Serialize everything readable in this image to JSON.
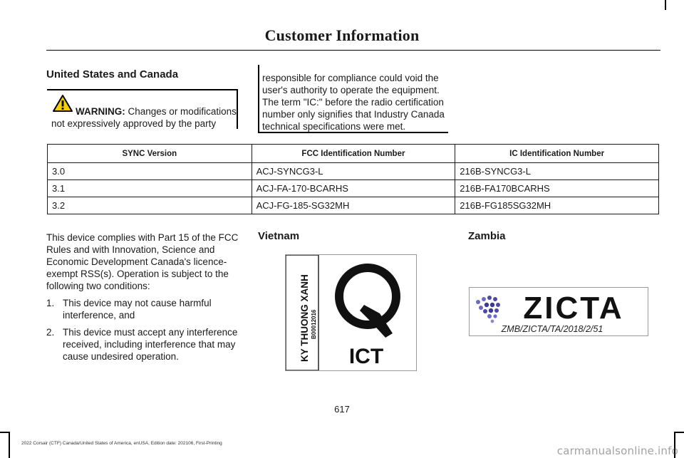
{
  "header": {
    "title": "Customer Information"
  },
  "section": {
    "heading": "United States and Canada"
  },
  "warning": {
    "label": "WARNING:",
    "text_part1": "Changes or modifications not expressively approved by the party",
    "text_part2": "responsible for compliance could void the user's authority to operate the equipment. The term \"IC:\" before the radio certification number only signifies that Industry Canada technical specifications were met."
  },
  "table": {
    "headers": [
      "SYNC Version",
      "FCC Identification Number",
      "IC Identification Number"
    ],
    "rows": [
      [
        "3.0",
        "ACJ-SYNCG3-L",
        "216B-SYNCG3-L"
      ],
      [
        "3.1",
        "ACJ-FA-170-BCARHS",
        "216B-FA170BCARHS"
      ],
      [
        "3.2",
        "ACJ-FG-185-SG32MH",
        "216B-FG185SG32MH"
      ]
    ]
  },
  "body": {
    "intro": "This device complies with Part 15 of the FCC Rules and with Innovation, Science and Economic Development Canada's licence-exempt RSS(s). Operation is subject to the following two conditions:",
    "items": [
      {
        "num": "1.",
        "text": "This device may not cause harmful interference, and"
      },
      {
        "num": "2.",
        "text": "This device must accept any interference received, including interference that may cause undesired operation."
      }
    ]
  },
  "vietnam": {
    "heading": "Vietnam",
    "side_text": "KY THUONG XANH",
    "code": "B00012016",
    "logo_text": "ICT"
  },
  "zambia": {
    "heading": "Zambia",
    "logo_text": "ZICTA",
    "code": "ZMB/ZICTA/TA/2018/2/51"
  },
  "page_number": "617",
  "footer": "2022 Corsair (CTF) Canada/United States of America, enUSA, Edition date: 202106, First-Printing",
  "watermark": "carmanualsonline.info"
}
